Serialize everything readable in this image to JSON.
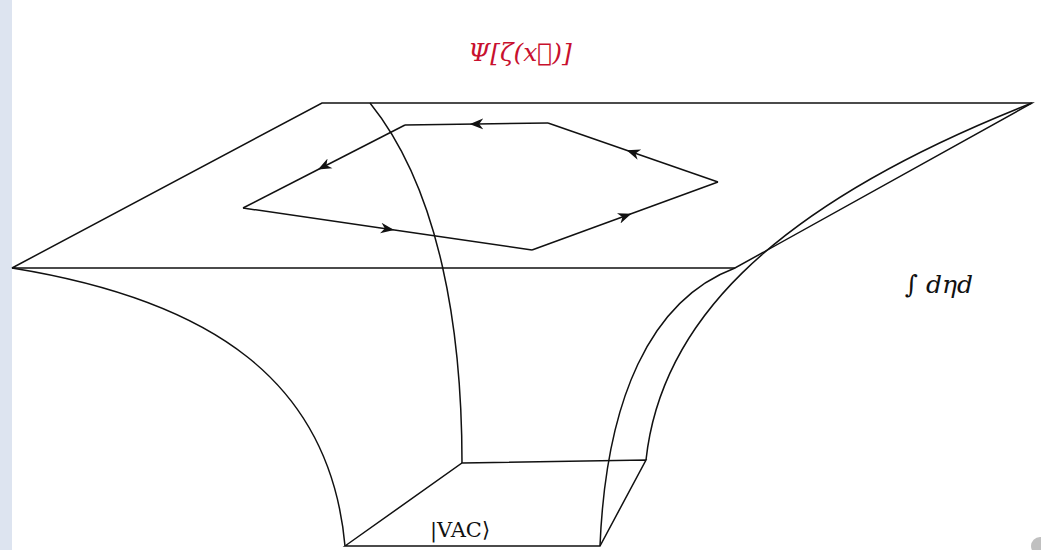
{
  "diagram": {
    "nodes": [
      {
        "text": [
          "|VAC⟩"
        ]
      }
    ],
    "labels": [
      "Ψ[ζ(x⃗)]",
      "∫ dηd"
    ]
  }
}
